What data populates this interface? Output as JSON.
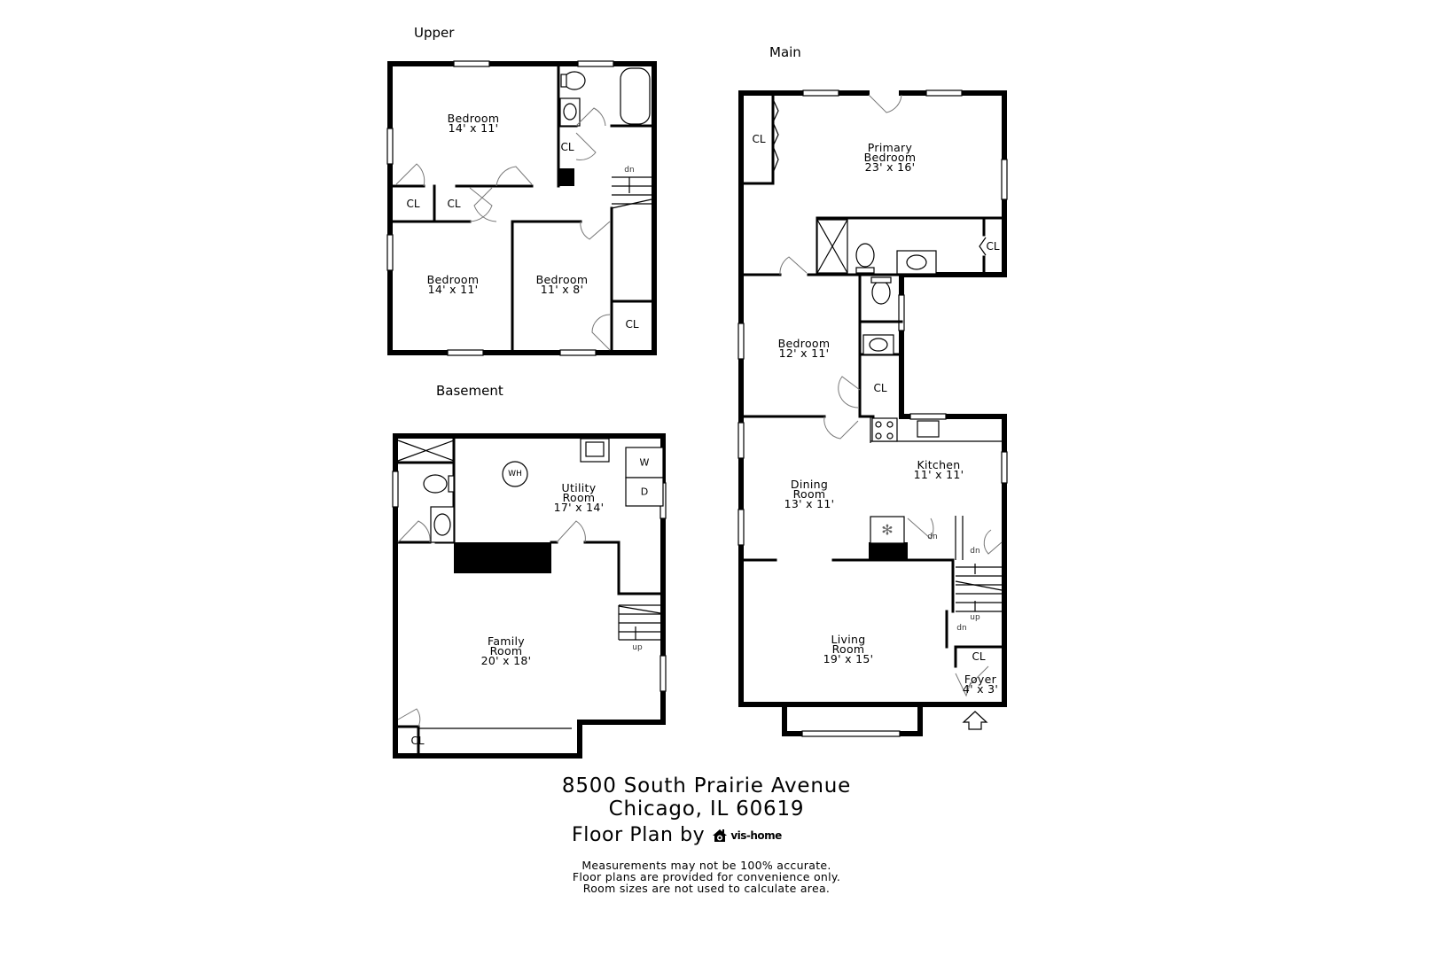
{
  "floors": {
    "upper": {
      "title": "Upper",
      "rooms": [
        {
          "name": "Bedroom",
          "size": "14' x 11'"
        },
        {
          "name": "Bedroom",
          "size": "14' x 11'"
        },
        {
          "name": "Bedroom",
          "size": "11' x 8'"
        }
      ],
      "closets": [
        "CL",
        "CL",
        "CL",
        "CL"
      ],
      "stair_label": "dn"
    },
    "main": {
      "title": "Main",
      "rooms": [
        {
          "name_line1": "Primary",
          "name_line2": "Bedroom",
          "size": "23' x 16'"
        },
        {
          "name": "Bedroom",
          "size": "12' x 11'"
        },
        {
          "name": "Kitchen",
          "size": "11' x 11'"
        },
        {
          "name_line1": "Dining",
          "name_line2": "Room",
          "size": "13' x 11'"
        },
        {
          "name_line1": "Living",
          "name_line2": "Room",
          "size": "19' x 15'"
        },
        {
          "name": "Foyer",
          "size": "4' x 3'"
        }
      ],
      "closets": [
        "CL",
        "CL",
        "CL",
        "CL"
      ],
      "stair_labels": [
        "dn",
        "dn",
        "up",
        "dn"
      ]
    },
    "basement": {
      "title": "Basement",
      "rooms": [
        {
          "name_line1": "Utility",
          "name_line2": "Room",
          "size": "17' x 14'"
        },
        {
          "name_line1": "Family",
          "name_line2": "Room",
          "size": "20' x 18'"
        }
      ],
      "closets": [
        "CL"
      ],
      "appliances": {
        "water_heater": "WH",
        "washer": "W",
        "dryer": "D"
      },
      "stair_label": "up"
    }
  },
  "footer": {
    "address_line1": "8500 South Prairie Avenue",
    "address_line2": "Chicago, IL 60619",
    "credit_label": "Floor Plan by",
    "brand": "vis-home",
    "disclaimer": [
      "Measurements may not be 100% accurate.",
      "Floor plans are provided for convenience only.",
      "Room sizes are not used to calculate area."
    ]
  }
}
